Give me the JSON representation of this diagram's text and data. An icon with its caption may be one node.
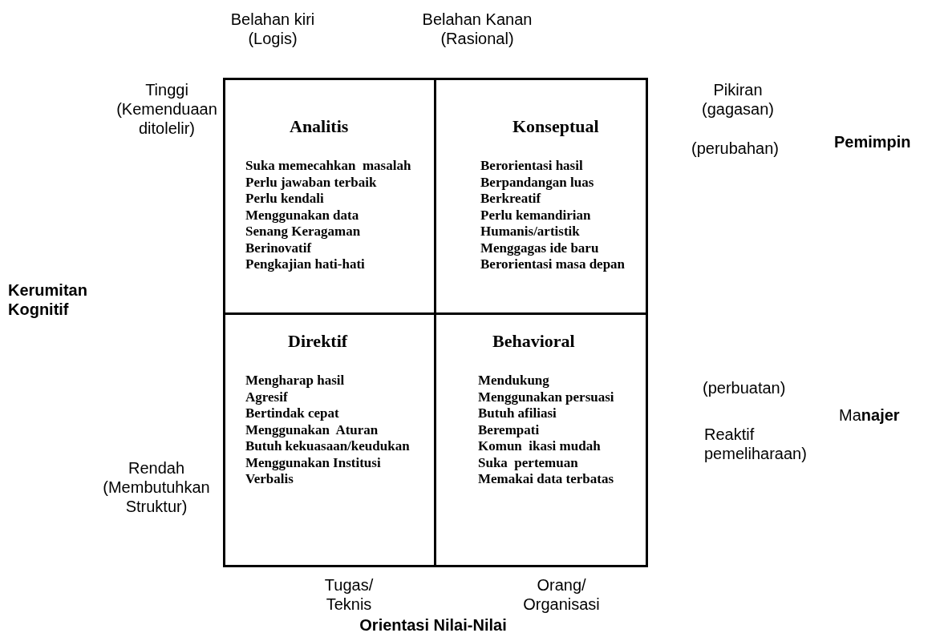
{
  "diagram": {
    "nodes": [
      {
        "text": [
          "Analitis",
          "Suka memecahkan  masalah",
          "Perlu jawaban terbaik",
          "Perlu kendali",
          "Menggunakan data",
          "Senang Keragaman",
          "Berinovatif",
          "Pengkajian hati-hati"
        ]
      },
      {
        "text": [
          "Konseptual",
          "Berorientasi hasil",
          "Berpandangan luas",
          "Berkreatif",
          "Perlu kemandirian",
          "Humanis/artistik",
          "Menggagas ide baru",
          "Berorientasi masa depan"
        ]
      },
      {
        "text": [
          "Direktif",
          "Mengharap hasil",
          "Agresif",
          "Bertindak cepat",
          "Menggunakan  Aturan",
          "Butuh kekuasaan/keudukan",
          "Menggunakan Institusi",
          "Verbalis"
        ]
      },
      {
        "text": [
          "Behavioral",
          "Mendukung",
          "Menggunakan persuasi",
          "Butuh afiliasi",
          "Berempati",
          "Komun  ikasi mudah",
          "Suka  pertemuan",
          "Memakai data terbatas"
        ]
      }
    ],
    "labels": [
      "Belahan kiri (Logis)",
      "Belahan Kanan (Rasional)",
      "Tinggi (Kemenduaan ditolelir)",
      "Pikiran (gagasan)",
      "**Pemimpin**",
      "(perubahan)",
      "**Kerumitan Kognitif**",
      "(perbuatan)",
      "Ma**najer**",
      "Reaktif pemeliharaan)",
      "Rendah (Membutuhkan Struktur)",
      "Tugas/ Teknis",
      "Orang/ Organisasi",
      "**Orientasi Nilai-Nilai**"
    ]
  }
}
